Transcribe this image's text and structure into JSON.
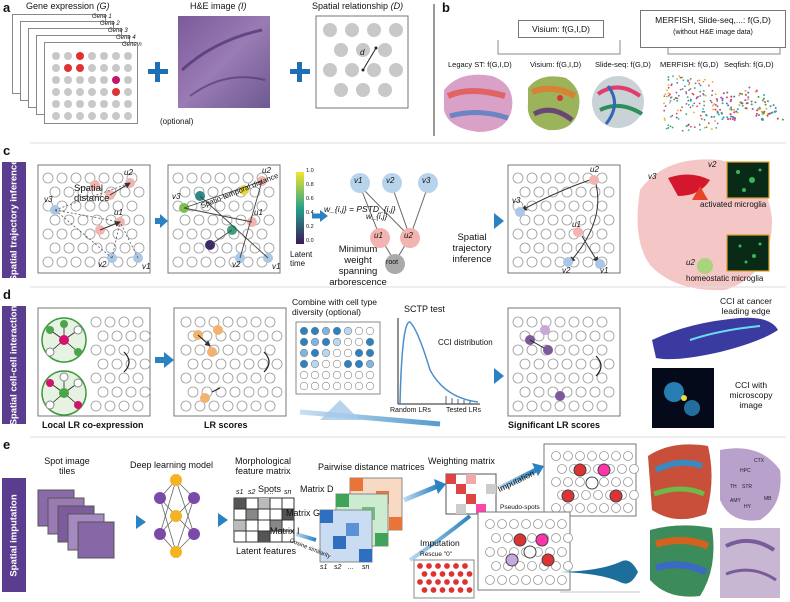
{
  "panels": {
    "a": "a",
    "b": "b",
    "c": "c",
    "d": "d",
    "e": "e"
  },
  "a": {
    "gene_title": "Gene expression",
    "gene_sym": "(G)",
    "genes": [
      "Gene 1",
      "Gene 2",
      "Gene 3",
      "Gene 4",
      "Gene n"
    ],
    "he_title": "H&E image",
    "he_sym": "(I)",
    "he_note": "(optional)",
    "spatial_title": "Spatial relationship",
    "spatial_sym": "(D)",
    "d_label": "d"
  },
  "b": {
    "visium_box": "Visium: f(G,I,D)",
    "merfish_box": "MERFISH, Slide-seq,...: f(G,D)",
    "merfish_note": "(without H&E image data)",
    "maps": [
      "Legacy ST: f(G,I,D)",
      "Visium: f(G,I,D)",
      "Slide-seq: f(G,D)",
      "MERFISH: f(G,D)",
      "Seqfish: f(G,D)"
    ]
  },
  "c": {
    "side": "Spatial trajectory inference",
    "spatial_distance": "Spatial distance",
    "st_distance": "Spatio-temporal distance",
    "u2": "u2",
    "u1": "u1",
    "v1": "v1",
    "v2": "v2",
    "v3": "v3",
    "latent_time": "Latent time",
    "colorbar_ticks": [
      "1.0",
      "0.8",
      "0.6",
      "0.4",
      "0.2",
      "0.0"
    ],
    "formula": "w_{i,j} = PSTD_{i,j}",
    "wij": "w_{i,j}",
    "root": "root",
    "mwsa": "Minimum weight spanning arborescence",
    "sti": "Spatial trajectory inference",
    "activated": "activated microglia",
    "homeostatic": "homeostatic microglia"
  },
  "d": {
    "side": "Spatial cell-cell interaction",
    "local": "Local LR co-expression",
    "lr": "LR scores",
    "combine": "Combine with cell type diversity (optional)",
    "sctp": "SCTP test",
    "cci_dist": "CCI distribution",
    "random": "Random LRs",
    "tested": "Tested LRs",
    "sig": "Significant LR scores",
    "cci_cancer": "CCI at cancer leading edge",
    "cci_micro": "CCI with microscopy image"
  },
  "e": {
    "side": "Spatial imputation",
    "tiles": "Spot image tiles",
    "dl": "Deep learning model",
    "morph": "Morphological feature matrix",
    "spots": "Spots",
    "latent": "Latent features",
    "pairwise": "Pairwise distance matrices",
    "matD": "Matrix D",
    "matG": "Matrix G",
    "matI": "Matrix I",
    "cos": "Cosine similarity",
    "weighting": "Weighting matrix",
    "imputation1": "Imputation",
    "imputation2": "Imputation",
    "pseudo": "Pseudo-spots",
    "rescue": "Rescue \"0\"",
    "s1": "s1",
    "s2": "s2",
    "sn": "sn",
    "dots": "...",
    "brain_labels": [
      "CTX",
      "HPC",
      "TH",
      "STR",
      "AMY",
      "HY",
      "MB"
    ]
  }
}
